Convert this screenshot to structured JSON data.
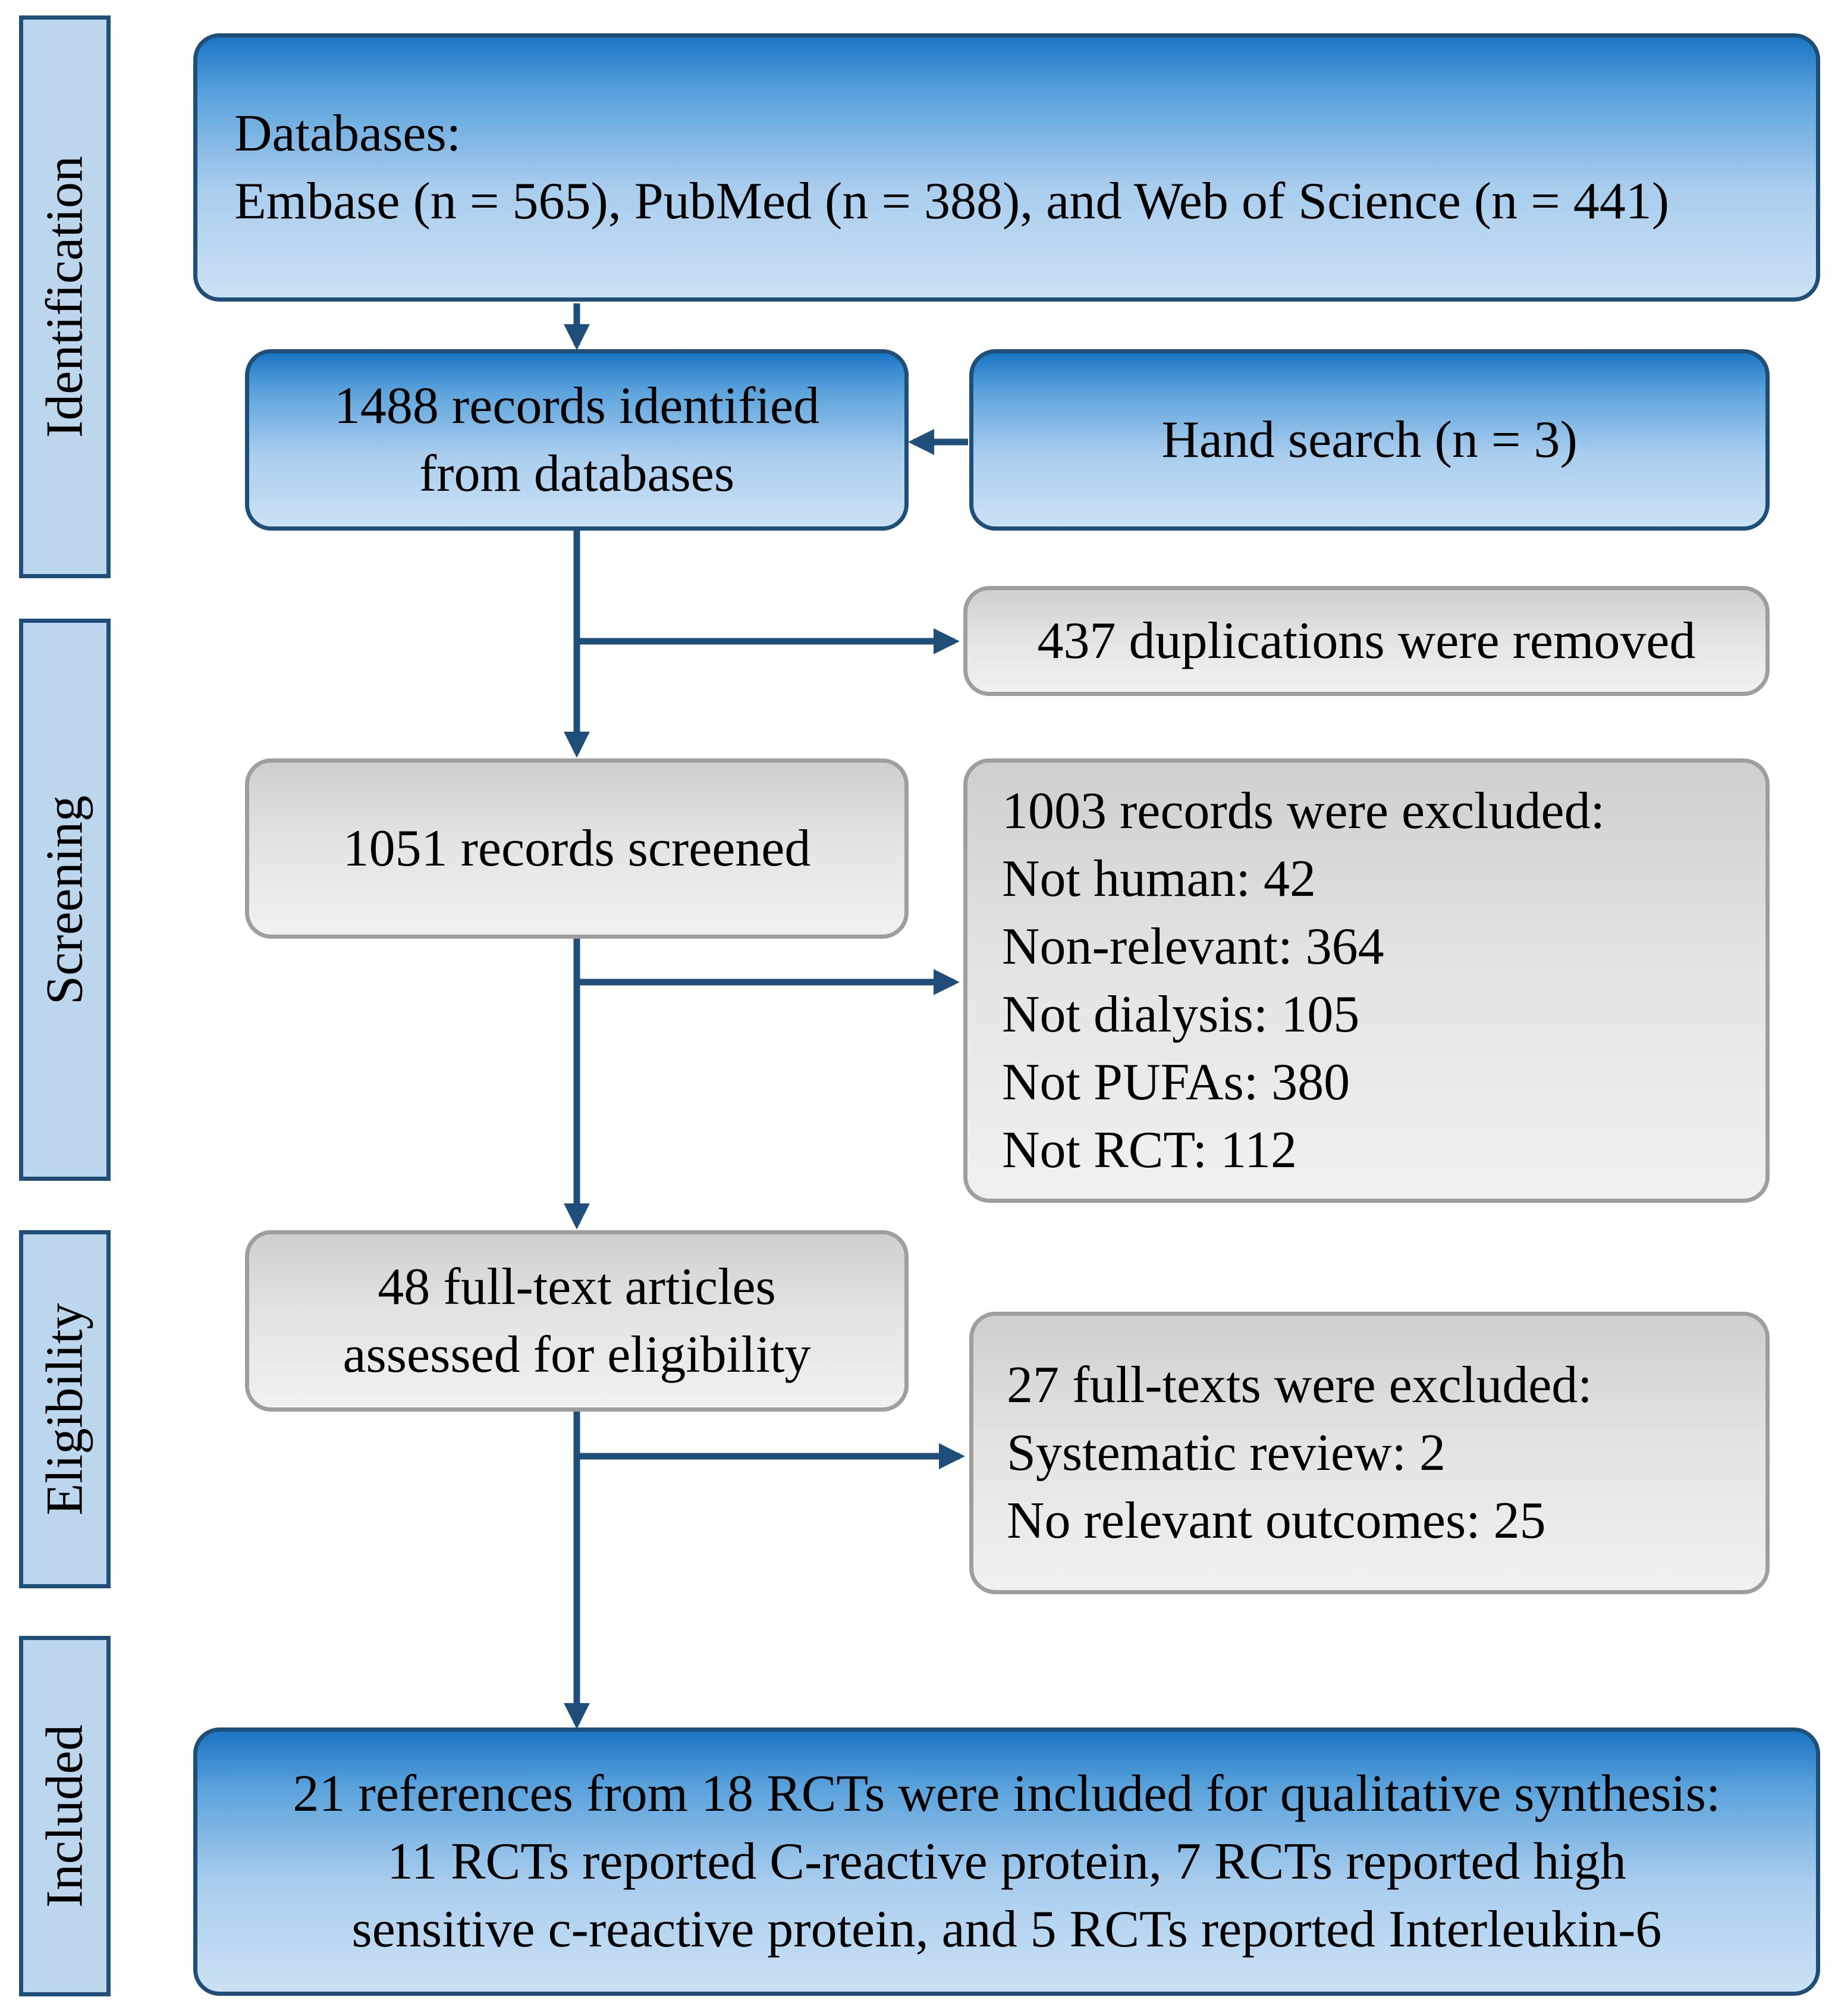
{
  "stages": {
    "identification": "Identification",
    "screening": "Screening",
    "eligibility": "Eligibility",
    "included": "Included"
  },
  "boxes": {
    "databases": {
      "line1": "Databases:",
      "line2": "Embase (n = 565), PubMed (n = 388), and Web of Science (n = 441)"
    },
    "identified": {
      "line1": "1488 records identified",
      "line2": "from databases"
    },
    "hand_search": "Hand search (n = 3)",
    "duplicates": "437 duplications were removed",
    "screened": "1051 records screened",
    "excluded_records": {
      "header": "1003 records were excluded:",
      "items": [
        "Not human: 42",
        "Non-relevant: 364",
        "Not dialysis: 105",
        "Not PUFAs: 380",
        "Not RCT: 112"
      ]
    },
    "fulltext": {
      "line1": "48 full-text articles",
      "line2": "assessed for eligibility"
    },
    "excluded_fulltext": {
      "header": "27 full-texts were excluded:",
      "items": [
        "Systematic review: 2",
        "No relevant outcomes: 25"
      ]
    },
    "included": {
      "line1": "21  references from 18 RCTs were included for qualitative synthesis:",
      "line2": "11 RCTs reported C-reactive protein, 7 RCTs reported high",
      "line3": "sensitive c-reactive protein, and 5 RCTs reported Interleukin-6"
    }
  },
  "colors": {
    "blue_border": "#1f4e79",
    "blue_fill_top": "#1b75c4",
    "blue_fill_bottom": "#cbe1f5",
    "gray_border": "#9e9e9e",
    "gray_fill": "#e3e3e3",
    "arrow": "#1f4e79",
    "stage_fill": "#bcd6ee"
  }
}
